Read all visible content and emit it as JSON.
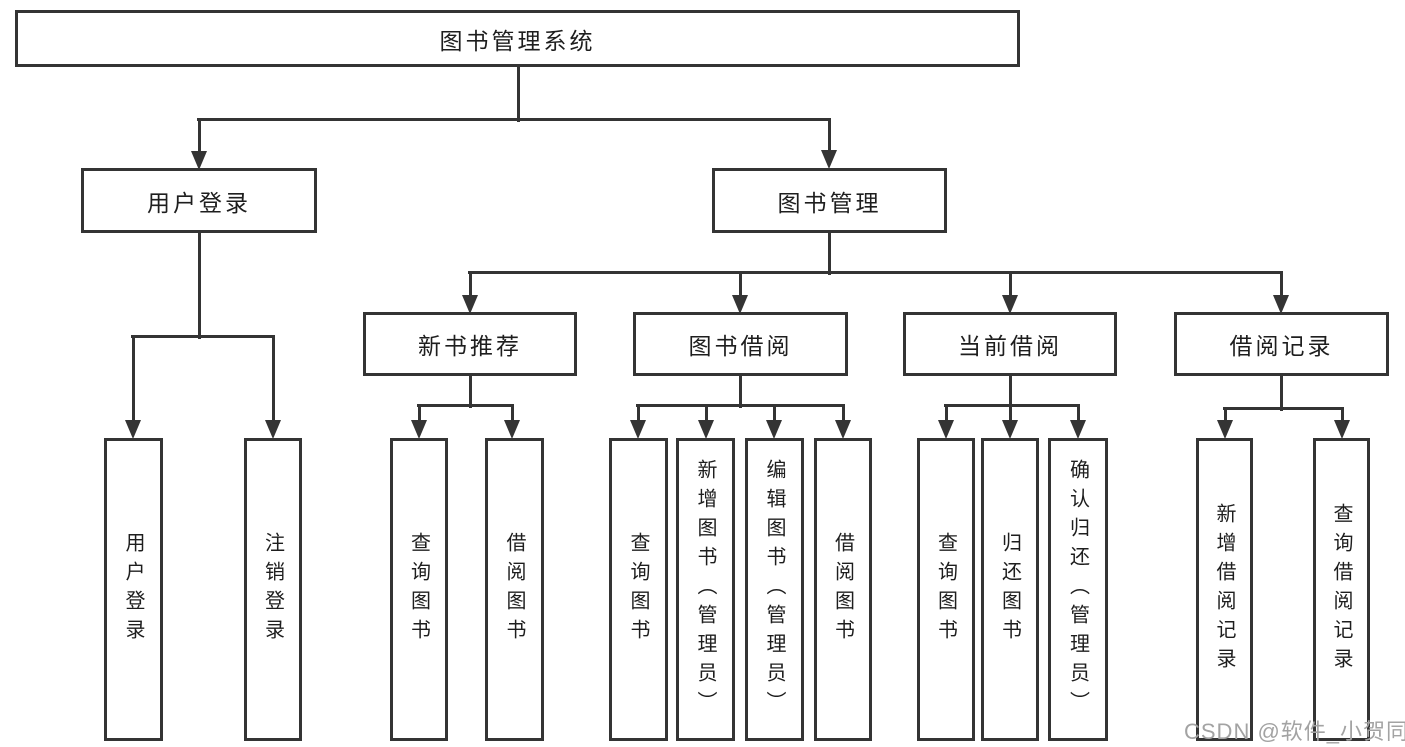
{
  "diagram": {
    "type": "functional-structure-tree",
    "tree": {
      "root": "图书管理系统",
      "children": [
        {
          "label": "用户登录",
          "children": [
            "用户登录",
            "注销登录"
          ]
        },
        {
          "label": "图书管理",
          "children": [
            {
              "label": "新书推荐",
              "children": [
                "查询图书",
                "借阅图书"
              ]
            },
            {
              "label": "图书借阅",
              "children": [
                "查询图书",
                "新增图书（管理员）",
                "编辑图书（管理员）",
                "借阅图书"
              ]
            },
            {
              "label": "当前借阅",
              "children": [
                "查询图书",
                "归还图书",
                "确认归还（管理员）"
              ]
            },
            {
              "label": "借阅记录",
              "children": [
                "新增借阅记录",
                "查询借阅记录"
              ]
            }
          ]
        }
      ]
    }
  },
  "watermark": "CSDN @软件_小贺同学",
  "colors": {
    "line": "#343434",
    "text": "#1e1e1e",
    "node_background": "#ffffff",
    "page_background": "#ffffff",
    "watermark": "#a3a3a3"
  }
}
